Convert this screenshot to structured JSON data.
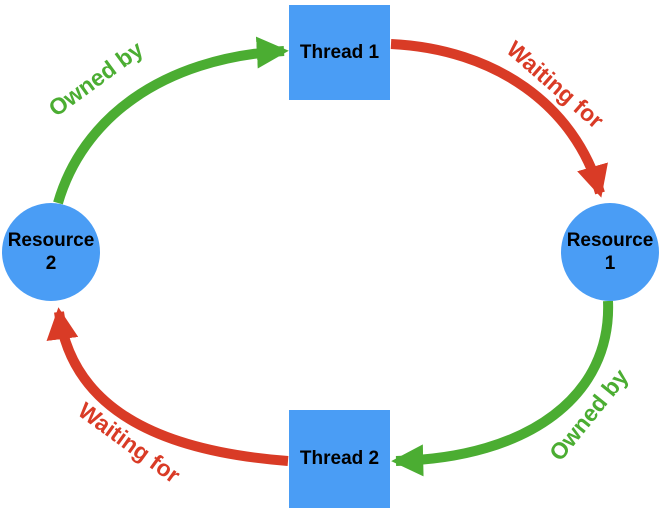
{
  "diagram": {
    "nodes": {
      "thread1": {
        "label": "Thread 1",
        "shape": "square"
      },
      "thread2": {
        "label": "Thread 2",
        "shape": "square"
      },
      "resource1": {
        "line1": "Resource",
        "line2": "1",
        "shape": "circle"
      },
      "resource2": {
        "line1": "Resource",
        "line2": "2",
        "shape": "circle"
      }
    },
    "edges": {
      "owned_top": {
        "label": "Owned by",
        "from": "Resource 2",
        "to": "Thread 1",
        "color": "green"
      },
      "waiting_top": {
        "label": "Waiting for",
        "from": "Thread 1",
        "to": "Resource 1",
        "color": "red"
      },
      "owned_bottom": {
        "label": "Owned by",
        "from": "Resource 1",
        "to": "Thread 2",
        "color": "green"
      },
      "waiting_bottom": {
        "label": "Waiting for",
        "from": "Thread 2",
        "to": "Resource 2",
        "color": "red"
      }
    }
  },
  "colors": {
    "node_fill": "#4A9DF5",
    "owned_green": "#4BAD32",
    "waiting_red": "#D93B26",
    "node_text": "#000000",
    "background": "#FFFFFF"
  }
}
